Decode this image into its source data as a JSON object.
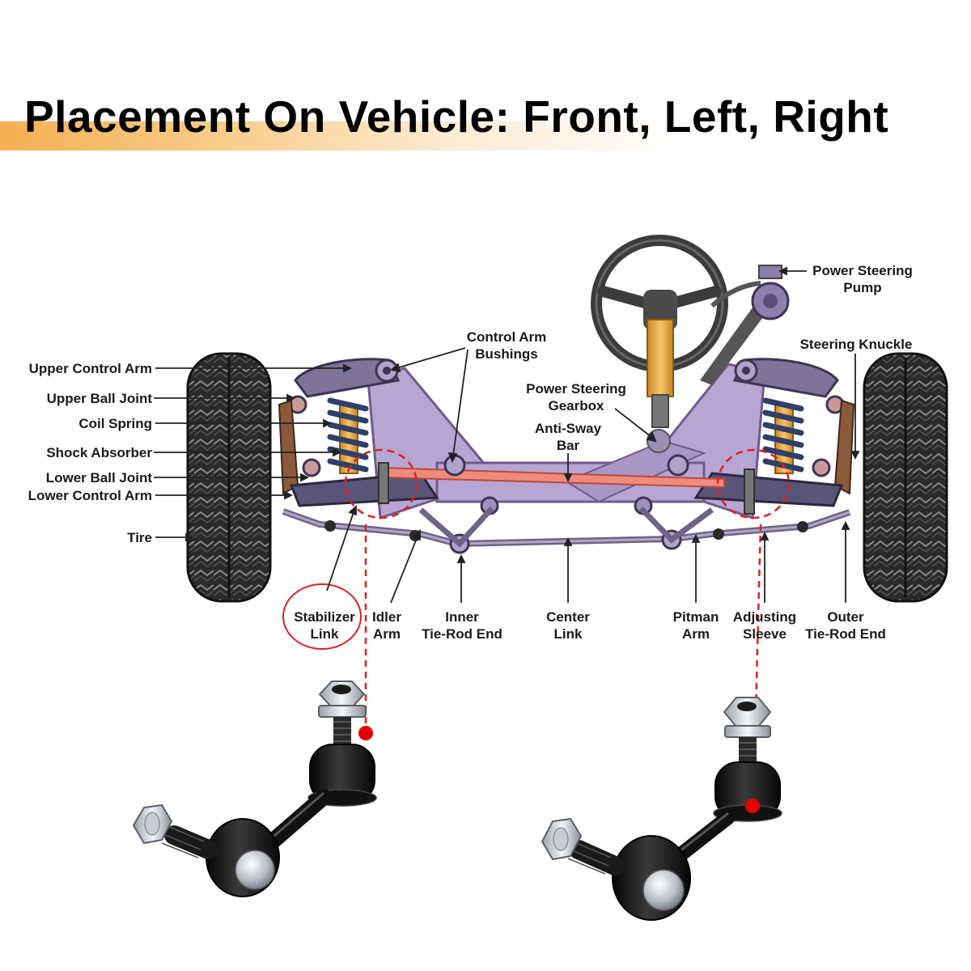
{
  "title": "Placement On Vehicle: Front, Left, Right",
  "colors": {
    "frame": "#b8a6d2",
    "frame_stroke": "#6e5a8e",
    "arm": "#7d7499",
    "anti_sway_bar": "#ef8b7c",
    "highlight": "#e02020",
    "tire": "#2a2a2a",
    "spring": "#2f3f6a",
    "shock": "#e8a33a",
    "title_band": "#f4b052"
  },
  "labels": {
    "upper_control_arm": "Upper Control Arm",
    "upper_ball_joint": "Upper Ball Joint",
    "coil_spring": "Coil Spring",
    "shock_absorber": "Shock Absorber",
    "lower_ball_joint": "Lower Ball Joint",
    "lower_control_arm": "Lower Control Arm",
    "tire": "Tire",
    "control_arm_bushings": [
      "Control Arm",
      "Bushings"
    ],
    "power_steering_gearbox": [
      "Power Steering",
      "Gearbox"
    ],
    "anti_sway_bar": [
      "Anti-Sway",
      "Bar"
    ],
    "power_steering_pump": [
      "Power Steering",
      "Pump"
    ],
    "steering_knuckle": "Steering Knuckle",
    "stabilizer_link": [
      "Stabilizer",
      "Link"
    ],
    "idler_arm": [
      "Idler",
      "Arm"
    ],
    "inner_tie_rod_end": [
      "Inner",
      "Tie-Rod End"
    ],
    "center_link": [
      "Center",
      "Link"
    ],
    "pitman_arm": [
      "Pitman",
      "Arm"
    ],
    "adjusting_sleeve": [
      "Adjusting",
      "Sleeve"
    ],
    "outer_tie_rod_end": [
      "Outer",
      "Tie-Rod End"
    ]
  }
}
